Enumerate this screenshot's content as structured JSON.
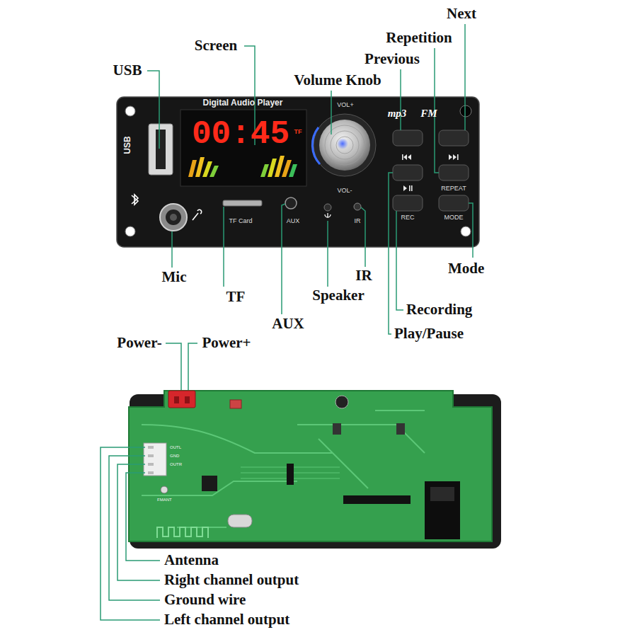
{
  "diagram": {
    "labels": [
      "Next",
      "Repetition",
      "Previous",
      "Screen",
      "USB",
      "Volume Knob",
      "Digital Audio Player",
      "00:45",
      "TF",
      "VOL+",
      "VOL-",
      "mp3",
      "FM",
      "USB",
      "TF Card",
      "AUX",
      "IR",
      "REPEAT",
      "REC",
      "MODE",
      "Mic",
      "TF",
      "AUX",
      "Speaker",
      "IR",
      "Mode",
      "Recording",
      "Play/Pause",
      "Power-",
      "Power+",
      "OUTL",
      "GND",
      "OUTR",
      "FMANT",
      "Antenna",
      "Right channel output",
      "Ground wire",
      "Left channel output"
    ]
  }
}
